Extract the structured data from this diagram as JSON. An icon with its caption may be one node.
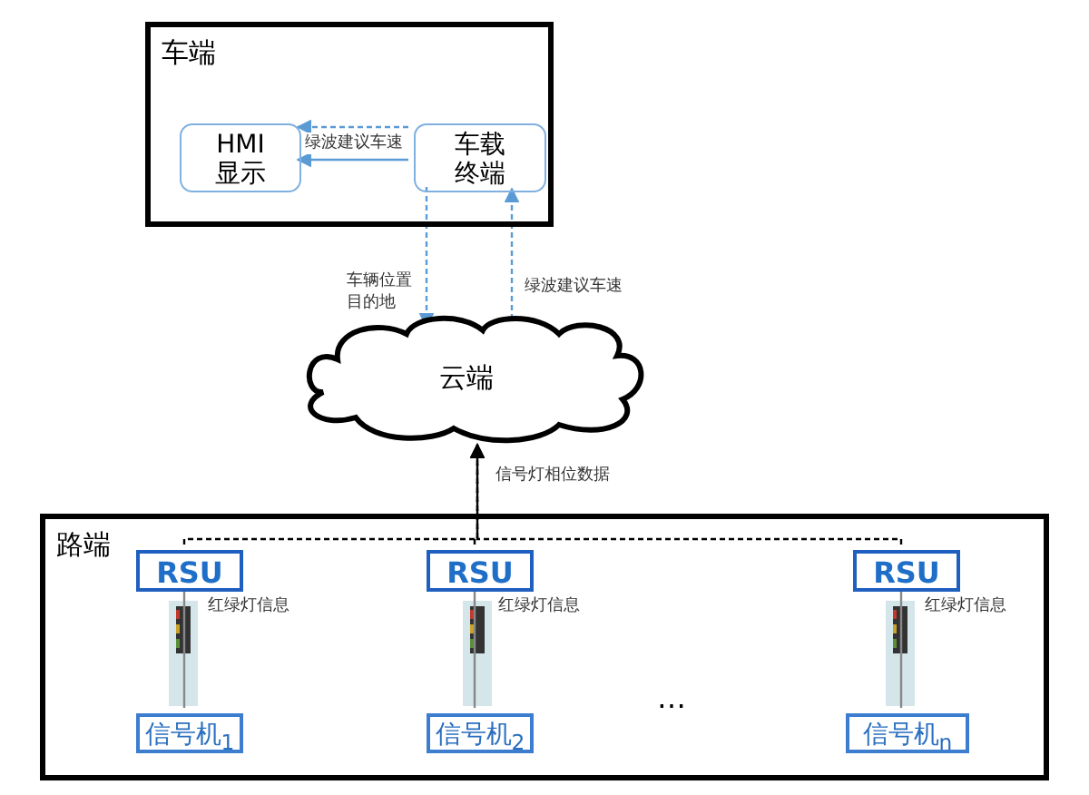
{
  "diagram": {
    "nodes": [
      {
        "text": [
          "车端"
        ]
      },
      {
        "text": [
          "HMI 显示"
        ],
        "in": 0
      },
      {
        "text": [
          "车载终端"
        ],
        "in": 0
      },
      {
        "text": [
          "云端"
        ]
      },
      {
        "text": [
          "路端"
        ]
      },
      {
        "text": [
          "RSU"
        ],
        "in": 4
      },
      {
        "text": [
          "RSU"
        ],
        "in": 4
      },
      {
        "text": [
          "RSU"
        ],
        "in": 4
      },
      {
        "text": [
          "信号机$_{1}$"
        ],
        "in": 4
      },
      {
        "text": [
          "信号机$_{2}$"
        ],
        "in": 4
      },
      {
        "text": [
          "信号机$_{n}$"
        ],
        "in": 4
      }
    ],
    "edges": [
      {
        "from": 2,
        "to": 1,
        "arrow": "to",
        "style": "dashed",
        "color": "#5b9bd5",
        "label": "绿波建议车速"
      },
      {
        "from": 2,
        "to": 1,
        "arrow": "to",
        "color": "#5b9bd5"
      },
      {
        "from": 2,
        "to": 3,
        "arrow": "to",
        "style": "dashed",
        "color": "#5b9bd5",
        "label": "车辆位置目的地"
      },
      {
        "from": 3,
        "to": 2,
        "arrow": "to",
        "style": "dashed",
        "color": "#5b9bd5",
        "label": "绿波建议车速"
      },
      {
        "from": 5,
        "to": 3,
        "arrow": "to",
        "style": "dashed",
        "color": "#000000",
        "label": "信号灯相位数据"
      },
      {
        "from": 6,
        "to": 3,
        "arrow": "to",
        "style": "dashed",
        "color": "#000000"
      },
      {
        "from": 7,
        "to": 3,
        "arrow": "to",
        "style": "dashed",
        "color": "#000000"
      },
      {
        "from": 8,
        "to": 5,
        "arrow": "none",
        "color": "#888888",
        "label": "红绿灯信息"
      },
      {
        "from": 9,
        "to": 6,
        "arrow": "none",
        "color": "#888888",
        "label": "红绿灯信息"
      },
      {
        "from": 10,
        "to": 7,
        "arrow": "none",
        "color": "#888888",
        "label": "红绿灯信息"
      }
    ],
    "labels": [
      "…"
    ]
  }
}
